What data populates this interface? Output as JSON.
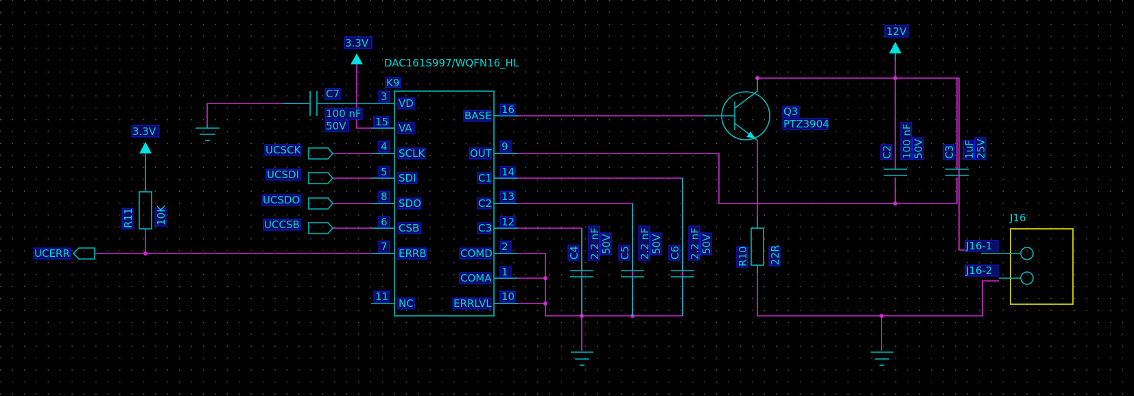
{
  "colors": {
    "background": "#000000",
    "wire": "#d22ad2",
    "component": "#00bcbc",
    "label": "#00d7d7",
    "connector": "#d4d400"
  },
  "power": {
    "vd_rail": "3.3V",
    "pullup_rail": "3.3V",
    "transistor_rail": "12V"
  },
  "ic": {
    "part": "DAC161S997/WQFN16_HL",
    "ref": "K9",
    "left_pins": [
      {
        "num": "3",
        "name": "VD"
      },
      {
        "num": "15",
        "name": "VA"
      },
      {
        "num": "4",
        "name": "SCLK"
      },
      {
        "num": "5",
        "name": "SDI"
      },
      {
        "num": "8",
        "name": "SDO"
      },
      {
        "num": "6",
        "name": "CSB"
      },
      {
        "num": "7",
        "name": "ERRB"
      },
      {
        "num": "11",
        "name": "NC"
      }
    ],
    "right_pins": [
      {
        "num": "16",
        "name": "BASE"
      },
      {
        "num": "9",
        "name": "OUT"
      },
      {
        "num": "14",
        "name": "C1"
      },
      {
        "num": "13",
        "name": "C2"
      },
      {
        "num": "12",
        "name": "C3"
      },
      {
        "num": "2",
        "name": "COMD"
      },
      {
        "num": "1",
        "name": "COMA"
      },
      {
        "num": "10",
        "name": "ERRLVL"
      }
    ]
  },
  "net_ports": [
    "UCSCK",
    "UCSDI",
    "UCSDO",
    "UCCSB",
    "UCERR"
  ],
  "components": {
    "c7": {
      "ref": "C7",
      "value": "100 nF",
      "rating": "50V"
    },
    "r11": {
      "ref": "R11",
      "value": "10K"
    },
    "c4": {
      "ref": "C4",
      "value": "2.2 nF",
      "rating": "50V"
    },
    "c5": {
      "ref": "C5",
      "value": "2.2 nF",
      "rating": "50V"
    },
    "c6": {
      "ref": "C6",
      "value": "2.2 nF",
      "rating": "50V"
    },
    "q3": {
      "ref": "Q3",
      "value": "PTZ3904"
    },
    "c2": {
      "ref": "C2",
      "value": "100 nF",
      "rating": "50V"
    },
    "c3": {
      "ref": "C3",
      "value": "1uF",
      "rating": "25V"
    },
    "r10": {
      "ref": "R10",
      "value": "22R"
    }
  },
  "connector": {
    "ref": "J16",
    "pin1": "J16-1",
    "pin2": "J16-2"
  }
}
